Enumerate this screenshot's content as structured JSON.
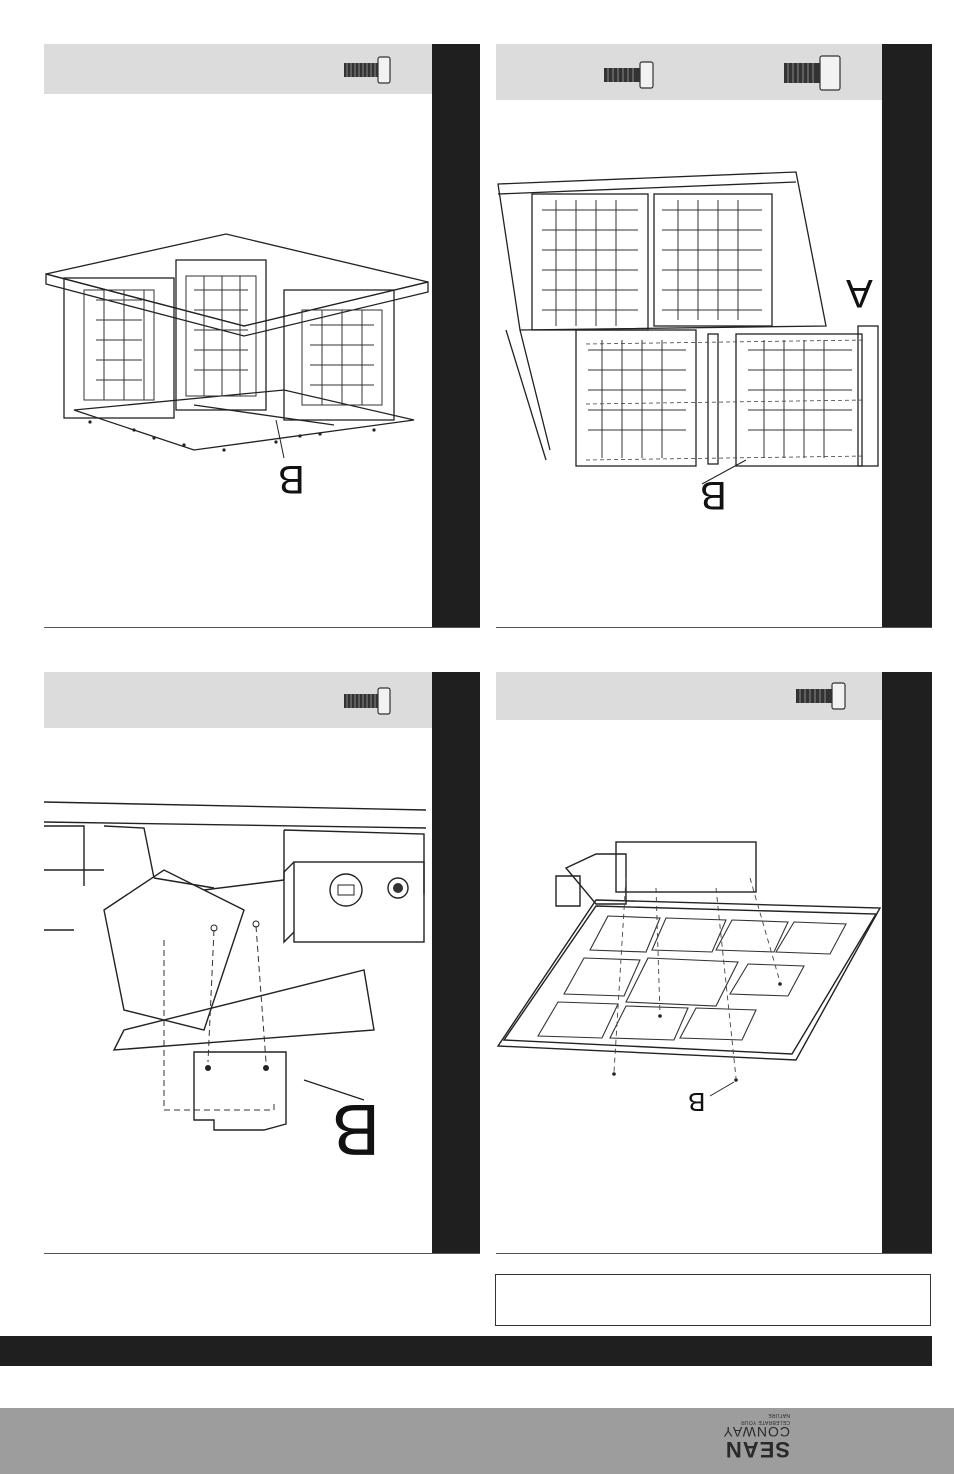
{
  "steps": [
    {
      "label_b": "B"
    },
    {
      "label_a": "A",
      "label_b": "B"
    },
    {
      "label_b": "B"
    },
    {
      "label_b": "B"
    }
  ],
  "logo": {
    "line1": "SEAN",
    "line2": "CONWAY",
    "tagline": "CELEBRATE YOUR NATURE"
  },
  "colors": {
    "header_gray": "#dcdcdc",
    "sidebar": "#1f1f1f",
    "footer": "#9d9d9d"
  }
}
